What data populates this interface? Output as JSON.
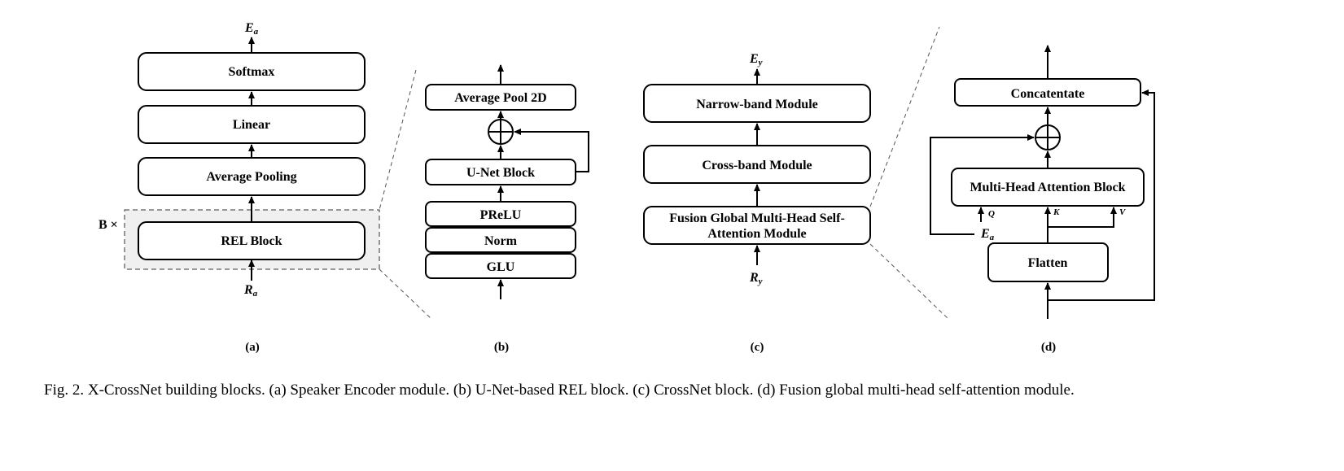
{
  "panel_a": {
    "output": {
      "main": "E",
      "sub": "a"
    },
    "softmax": "Softmax",
    "linear": "Linear",
    "avg_pooling": "Average Pooling",
    "rel_block": "REL Block",
    "repeat": "B ×",
    "input": {
      "main": "R",
      "sub": "a"
    },
    "label": "(a)"
  },
  "panel_b": {
    "avg_pool_2d": "Average Pool 2D",
    "unet_block": "U-Net Block",
    "prelu": "PReLU",
    "norm": "Norm",
    "glu": "GLU",
    "label": "(b)"
  },
  "panel_c": {
    "output": {
      "main": "E",
      "sub": "y"
    },
    "narrow_band": "Narrow-band Module",
    "cross_band": "Cross-band Module",
    "fusion_line1": "Fusion Global Multi-Head Self-",
    "fusion_line2": "Attention Module",
    "input": {
      "main": "R",
      "sub": "y"
    },
    "label": "(c)"
  },
  "panel_d": {
    "concatenate": "Concatentate",
    "mha_block": "Multi-Head Attention Block",
    "flatten": "Flatten",
    "q": "Q",
    "k": "K",
    "v": "V",
    "ea": {
      "main": "E",
      "sub": "a"
    },
    "label": "(d)"
  },
  "caption": "Fig. 2.  X-CrossNet building blocks. (a) Speaker Encoder module. (b) U-Net-based REL block. (c) CrossNet block. (d) Fusion global multi-head self-attention module."
}
